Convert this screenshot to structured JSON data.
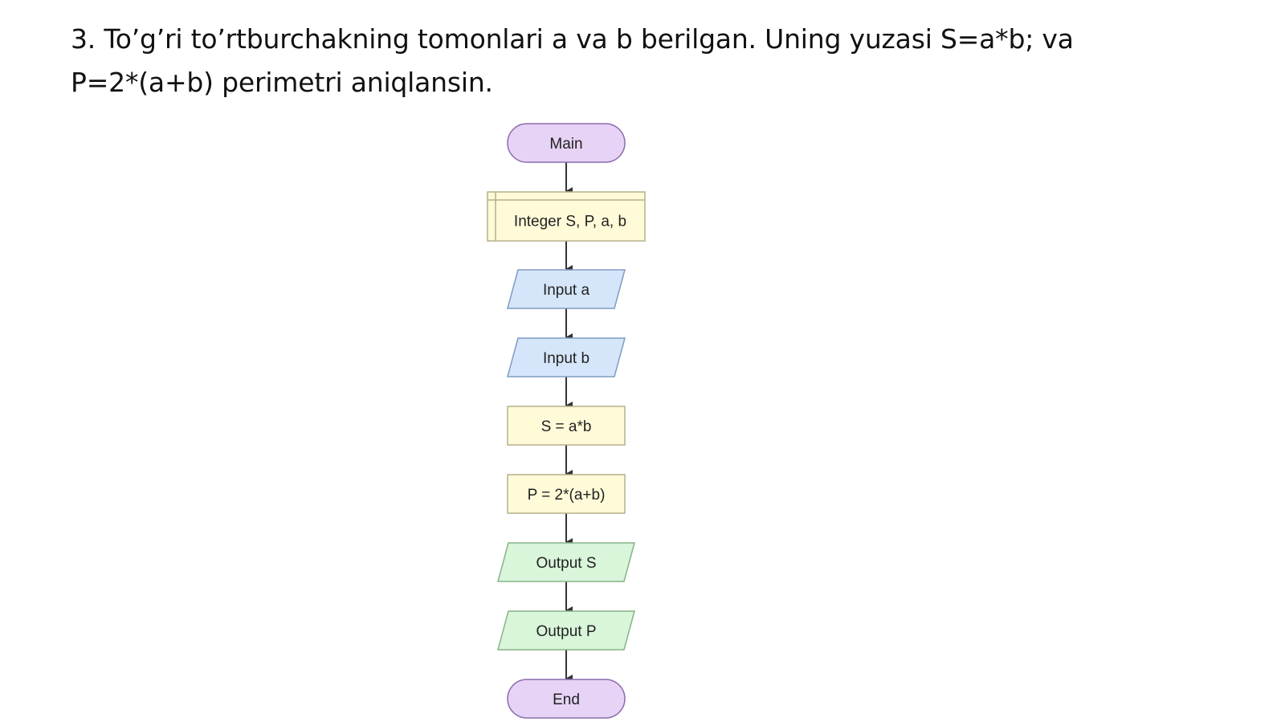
{
  "problem": {
    "line1": "3. To’g’ri to’rtburchakning tomonlari a va b berilgan. Uning  yuzasi S=a*b; va",
    "line2": "P=2*(a+b) perimetri aniqlansin."
  },
  "flowchart": {
    "nodes": [
      {
        "id": "main",
        "shape": "terminal",
        "label": "Main",
        "fill": "#E6D3F5",
        "stroke": "#8C6BAE"
      },
      {
        "id": "declare",
        "shape": "declare",
        "label": "Integer S, P, a, b",
        "fill": "#FFFAD8",
        "stroke": "#B7B08A"
      },
      {
        "id": "input-a",
        "shape": "io",
        "label": "Input a",
        "fill": "#D6E6FA",
        "stroke": "#7E9CC4"
      },
      {
        "id": "input-b",
        "shape": "io",
        "label": "Input b",
        "fill": "#D6E6FA",
        "stroke": "#7E9CC4"
      },
      {
        "id": "assign-s",
        "shape": "process",
        "label": "S = a*b",
        "fill": "#FFFAD8",
        "stroke": "#B7B08A"
      },
      {
        "id": "assign-p",
        "shape": "process",
        "label": "P = 2*(a+b)",
        "fill": "#FFFAD8",
        "stroke": "#B7B08A"
      },
      {
        "id": "output-s",
        "shape": "io",
        "label": "Output S",
        "fill": "#D9F5DA",
        "stroke": "#86B487"
      },
      {
        "id": "output-p",
        "shape": "io",
        "label": "Output P",
        "fill": "#D9F5DA",
        "stroke": "#86B487"
      },
      {
        "id": "end",
        "shape": "terminal",
        "label": "End",
        "fill": "#E6D3F5",
        "stroke": "#8C6BAE"
      }
    ],
    "edges": [
      {
        "from": "main",
        "to": "declare"
      },
      {
        "from": "declare",
        "to": "input-a"
      },
      {
        "from": "input-a",
        "to": "input-b"
      },
      {
        "from": "input-b",
        "to": "assign-s"
      },
      {
        "from": "assign-s",
        "to": "assign-p"
      },
      {
        "from": "assign-p",
        "to": "output-s"
      },
      {
        "from": "output-s",
        "to": "output-p"
      },
      {
        "from": "output-p",
        "to": "end"
      }
    ],
    "arrow_color": "#333333"
  }
}
